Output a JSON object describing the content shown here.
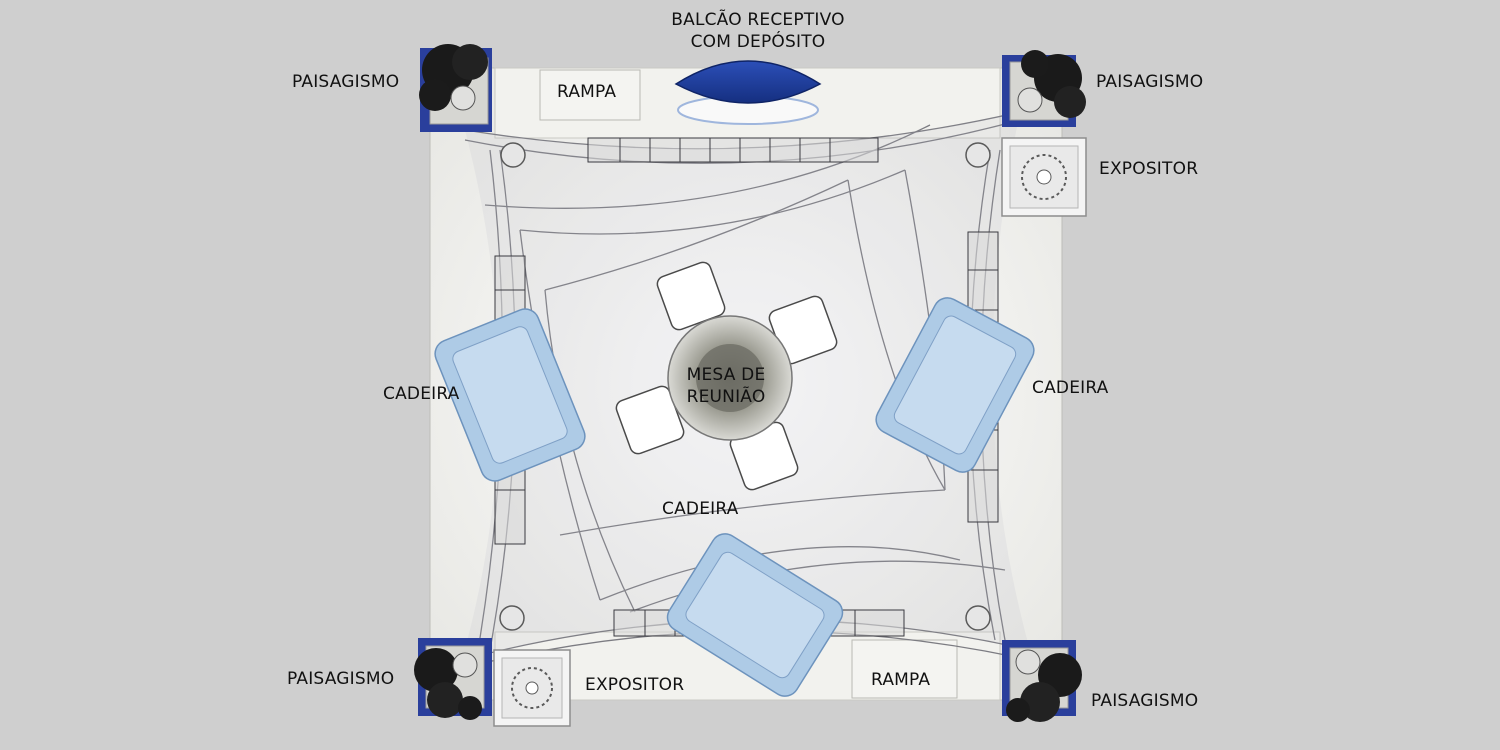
{
  "labels": {
    "balcao_line1": "BALCÃO RECEPTIVO",
    "balcao_line2": "COM DEPÓSITO",
    "paisagismo_tl": "PAISAGISMO",
    "paisagismo_tr": "PAISAGISMO",
    "paisagismo_bl": "PAISAGISMO",
    "paisagismo_br": "PAISAGISMO",
    "rampa_top": "RAMPA",
    "rampa_bottom": "RAMPA",
    "expositor_right": "EXPOSITOR",
    "expositor_bottom": "EXPOSITOR",
    "cadeira_left": "CADEIRA",
    "cadeira_right": "CADEIRA",
    "cadeira_bottom": "CADEIRA",
    "mesa_line1": "MESA DE",
    "mesa_line2": "REUNIÃO"
  },
  "colors": {
    "background": "#cfcfcf",
    "floor": "#efefec",
    "counter_blue": "#1f3f9e",
    "chair_blue": "#aecbe6",
    "plant_dark": "#1a1a1a",
    "table_gray": "#8a8a82"
  }
}
